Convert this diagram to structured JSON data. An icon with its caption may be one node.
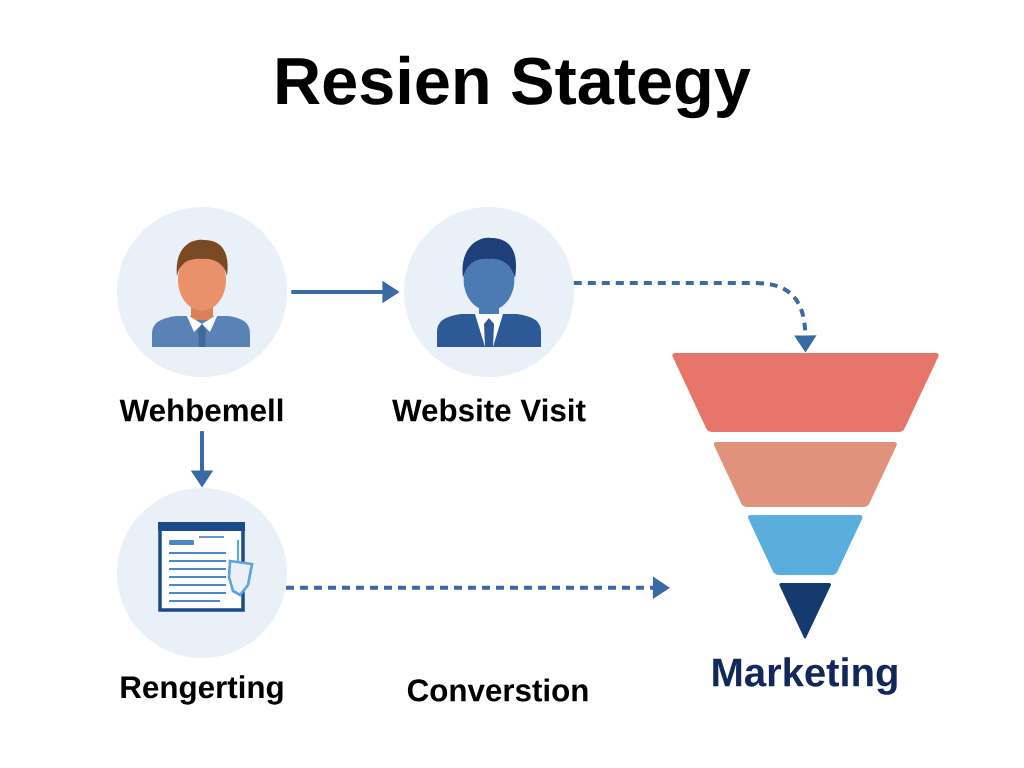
{
  "diagram": {
    "title": "Resien Stategy",
    "nodes": [
      {
        "text": [
          "Wehbemell"
        ]
      },
      {
        "text": [
          "Website Visit"
        ]
      },
      {
        "text": [
          "Rengerting"
        ]
      },
      {
        "text": [
          "Marketing"
        ]
      }
    ],
    "edges": [
      {
        "from": 0,
        "to": 1,
        "arrow": "to"
      },
      {
        "from": 1,
        "to": 3,
        "arrow": "to",
        "style": "dashed"
      },
      {
        "from": 0,
        "to": 2,
        "arrow": "to"
      },
      {
        "from": 2,
        "to": 3,
        "arrow": "to",
        "style": "dashed"
      }
    ],
    "labels": [
      "Converstion"
    ]
  }
}
